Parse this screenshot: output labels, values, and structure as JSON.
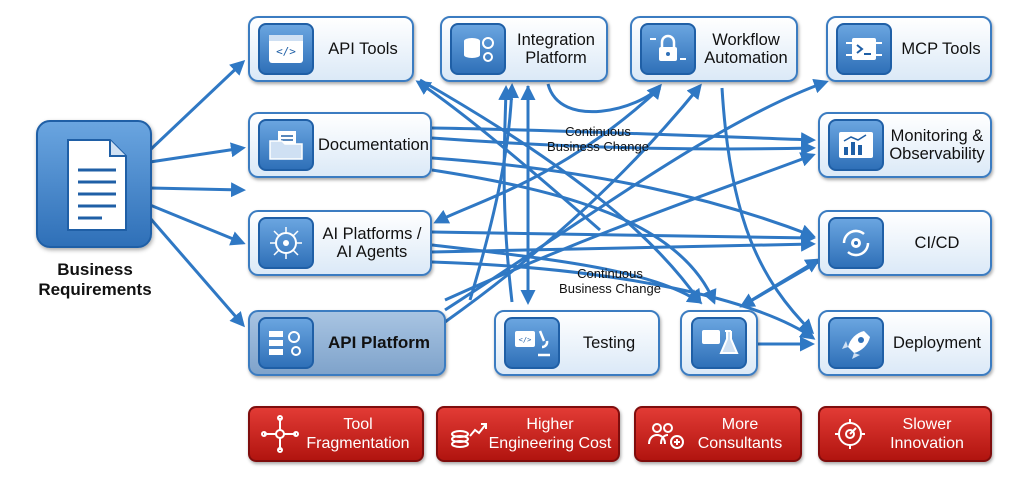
{
  "source": {
    "label": "Business\nRequirements",
    "icon": "document-icon"
  },
  "nodes": {
    "api_tools": {
      "label": "API Tools",
      "icon": "code-window-icon"
    },
    "integration_platform": {
      "label": "Integration\nPlatform",
      "icon": "database-gears-icon"
    },
    "workflow_automation": {
      "label": "Workflow\nAutomation",
      "icon": "lock-circuit-icon"
    },
    "mcp_tools": {
      "label": "MCP Tools",
      "icon": "terminal-chip-icon"
    },
    "documentation": {
      "label": "Documentation",
      "icon": "folder-document-icon"
    },
    "monitoring": {
      "label": "Monitoring &\nObservability",
      "icon": "chart-dashboard-icon"
    },
    "ai_platforms": {
      "label": "AI Platforms /\nAI Agents",
      "icon": "neural-brain-icon"
    },
    "cicd": {
      "label": "CI/CD",
      "icon": "cycle-gear-icon"
    },
    "api_platform": {
      "label": "API Platform",
      "icon": "server-gears-icon"
    },
    "testing": {
      "label": "Testing",
      "icon": "microscope-screen-icon"
    },
    "test_lab": {
      "label": "",
      "icon": "flask-code-icon"
    },
    "deployment": {
      "label": "Deployment",
      "icon": "rocket-icon"
    }
  },
  "annotations": [
    "Continuous\nBusiness Change",
    "Continuous\nBusiness Change"
  ],
  "problems": [
    {
      "label": "Tool\nFragmentation",
      "icon": "fragment-network-icon"
    },
    {
      "label": "Higher\nEngineering Cost",
      "icon": "coins-chart-icon"
    },
    {
      "label": "More\nConsultants",
      "icon": "people-plus-icon"
    },
    {
      "label": "Slower\nInnovation",
      "icon": "slow-gear-icon"
    }
  ],
  "colors": {
    "arrow": "#2f78c4",
    "node_border": "#3b7cc1",
    "problem_fill": "#c81e18",
    "icon_fill": "#2f70b8"
  }
}
